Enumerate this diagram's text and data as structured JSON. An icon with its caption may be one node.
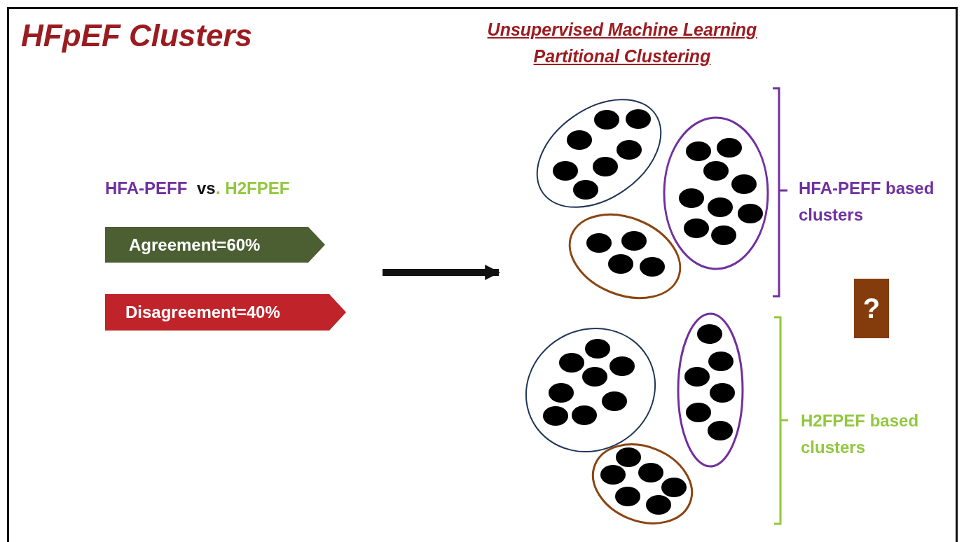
{
  "diagram": {
    "title": "HFpEF Clusters",
    "nodes": [
      {
        "text": [
          "Agreement=60%"
        ]
      },
      {
        "text": [
          "Disagreement=40%"
        ]
      },
      {
        "text": [],
        "shape": "ellipse"
      },
      {
        "text": [],
        "shape": "ellipse"
      },
      {
        "text": [],
        "shape": "ellipse"
      },
      {
        "text": [],
        "shape": "ellipse"
      },
      {
        "text": [],
        "shape": "ellipse"
      },
      {
        "text": [],
        "shape": "ellipse"
      },
      {
        "text": [
          "?"
        ]
      }
    ],
    "labels": [
      "Unsupervised Machine Learning",
      "Partitional Clustering",
      "HFA-PEFF",
      "vs",
      ". H2FPEF",
      "HFA-PEFF based clusters",
      "H2FPEF based clusters"
    ]
  }
}
